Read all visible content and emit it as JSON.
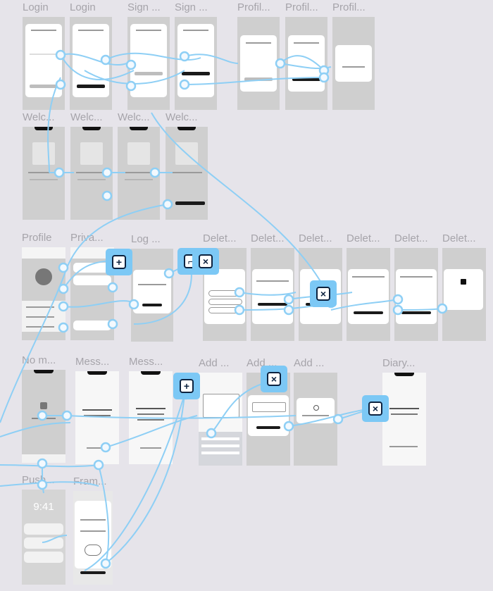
{
  "frames": [
    {
      "id": "login1",
      "title": "Login"
    },
    {
      "id": "login2",
      "title": "Login"
    },
    {
      "id": "signup1",
      "title": "Sign ..."
    },
    {
      "id": "signup2",
      "title": "Sign ..."
    },
    {
      "id": "profil1",
      "title": "Profil..."
    },
    {
      "id": "profil2",
      "title": "Profil..."
    },
    {
      "id": "profil3",
      "title": "Profil..."
    },
    {
      "id": "welc1",
      "title": "Welc..."
    },
    {
      "id": "welc2",
      "title": "Welc..."
    },
    {
      "id": "welc3",
      "title": "Welc..."
    },
    {
      "id": "welc4",
      "title": "Welc..."
    },
    {
      "id": "profile",
      "title": "Profile"
    },
    {
      "id": "priva",
      "title": "Priva..."
    },
    {
      "id": "logo",
      "title": "Log ..."
    },
    {
      "id": "delet1",
      "title": "Delet..."
    },
    {
      "id": "delet2",
      "title": "Delet..."
    },
    {
      "id": "delet3",
      "title": "Delet..."
    },
    {
      "id": "delet4",
      "title": "Delet..."
    },
    {
      "id": "delet5",
      "title": "Delet..."
    },
    {
      "id": "delet6",
      "title": "Delet..."
    },
    {
      "id": "no",
      "title": "No m..."
    },
    {
      "id": "mess1",
      "title": "Mess..."
    },
    {
      "id": "mess2",
      "title": "Mess..."
    },
    {
      "id": "add1",
      "title": "Add ..."
    },
    {
      "id": "add2",
      "title": "Add ..."
    },
    {
      "id": "add3",
      "title": "Add ..."
    },
    {
      "id": "diary",
      "title": "Diary..."
    },
    {
      "id": "push",
      "title": "Push..."
    },
    {
      "id": "fram",
      "title": "Fram..."
    }
  ],
  "screen_text": {
    "push_time": "9:41"
  },
  "colors": {
    "canvas": "#e6e4ea",
    "connector": "#8ecff5",
    "hotspot_fill": "#f3f9fe",
    "badge": "#7cc8f5"
  },
  "badges": [
    {
      "id": "b1",
      "icon": "add-image-icon"
    },
    {
      "id": "b2",
      "icon": "crop-icon"
    },
    {
      "id": "b3",
      "icon": "close-icon"
    },
    {
      "id": "b4",
      "icon": "close-icon"
    },
    {
      "id": "b5",
      "icon": "add-image-icon"
    },
    {
      "id": "b6",
      "icon": "close-icon"
    },
    {
      "id": "b7",
      "icon": "close-icon"
    }
  ]
}
